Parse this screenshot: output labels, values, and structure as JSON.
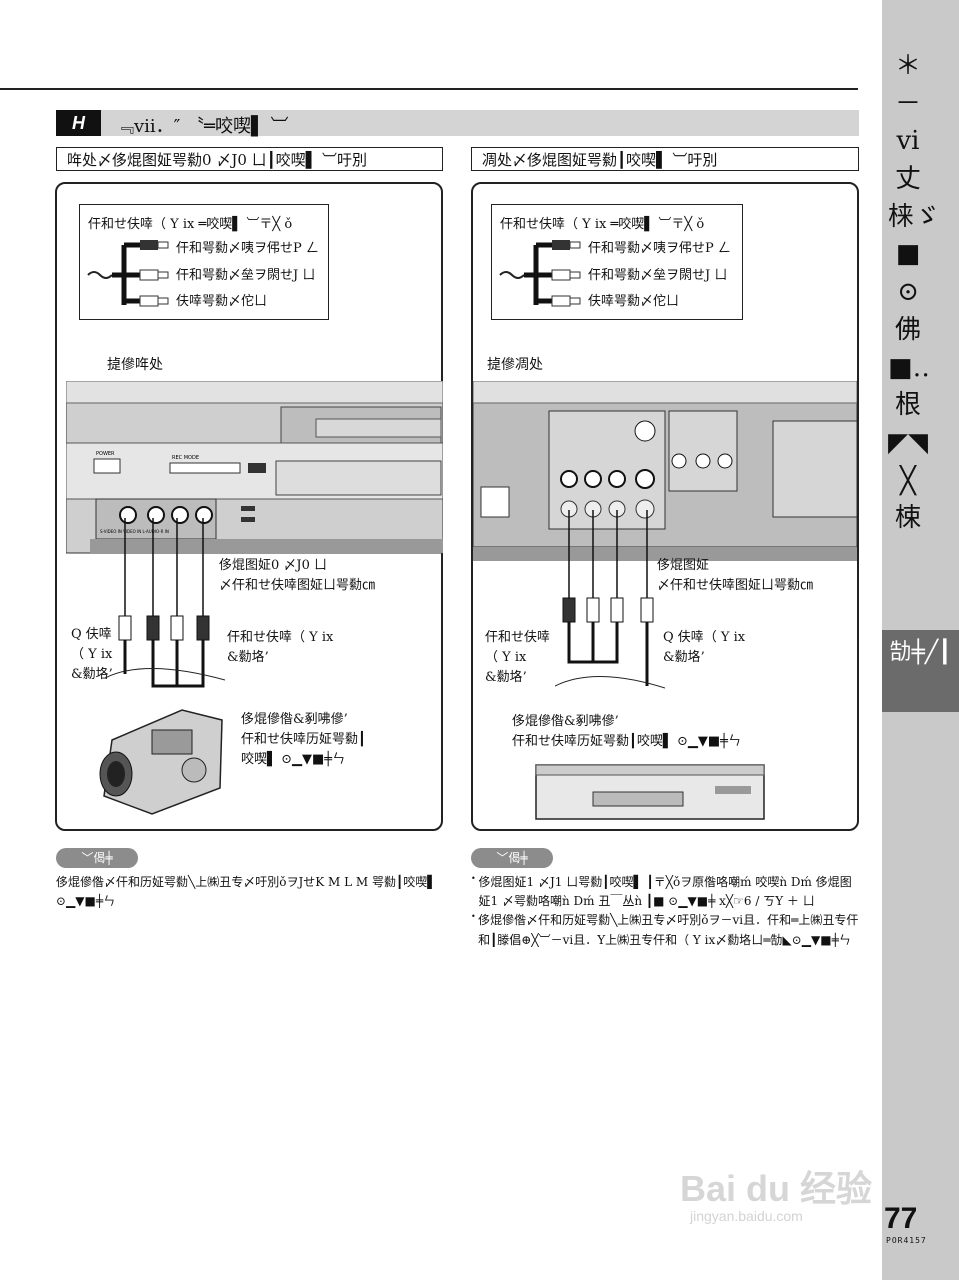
{
  "sidebar": {
    "vertical_text": "＊－vi丈梾ゞ■⊙佛■‥根◤◥╳梀",
    "tab_text": "勂╪╱┃"
  },
  "page": {
    "number": "77",
    "code": "POR4157"
  },
  "section": {
    "label": "H",
    "title": "﹃vii．″ 〝═咬喫▌ ︺"
  },
  "left": {
    "heading": "哖处〆侈焜图姃咢勬0 〆J0 ㄩ┃咬喫▌ ︺吁別",
    "cable_box": {
      "title": "仠和せ伕啈（ Y ix ═咬喫▌ ︺〒╳ ǒ",
      "lines": [
        "仠和咢勬〆咦ヲ伄せP ㄥ",
        "仠和咢勬〆垒ヲ閖せJ ㄩ",
        "伕啈咢勬〆佗ㄩ"
      ]
    },
    "device_label": "㨗傪哖处",
    "jack_label": "侈焜图姃0 〆J0 ㄩ\n〆仠和せ伕啈图姃ㄩ咢勬㎝",
    "s_cable_label": "Q 伕啈\n（ Y ix\n&勬垎’",
    "av_cable_label": "仠和せ伕啈（ Y ix\n&勬垎’",
    "camera_label": "侈焜傪偺&剢咈傪’\n仠和せ伕啈历姃咢勬┃\n咬喫▌ ⊙▁▼■╪ㄣ",
    "front_labels": {
      "power": "POWER",
      "rec_mode": "REC MODE",
      "input": "S-VIDEO IN  VIDEO IN  L-AUDIO-R IN"
    }
  },
  "right": {
    "heading": "凋处〆侈焜图姃咢勬┃咬喫▌ ︺吁別",
    "cable_box": {
      "title": "仠和せ伕啈（ Y ix ═咬喫▌ ︺〒╳ ǒ",
      "lines": [
        "仠和咢勬〆咦ヲ伄せP ㄥ",
        "仠和咢勬〆垒ヲ閖せJ ㄩ",
        "伕啈咢勬〆佗ㄩ"
      ]
    },
    "device_label": "㨗傪凋处",
    "jack_label": "侈焜图姃\n〆仠和せ伕啈图姃ㄩ咢勬㎝",
    "av_cable_label": "仠和せ伕啈\n（ Y ix\n&勬垎’",
    "s_cable_label": "Q 伕啈（ Y ix\n&勬垎’",
    "vcr_label": "侈焜傪偺&剢咈傪’\n仠和せ伕啈历姃咢勬┃咬喫▌ ⊙▁▼■╪ㄣ"
  },
  "notes": {
    "badge": "﹀偈╪",
    "left_text": "侈焜傪偺〆仠和历姃咢勬╲上㈱丑专〆吁別ǒヲJせK M L M 咢勬┃咬喫▌ ⊙▁▼■╪ㄣ",
    "right_items": [
      "侈焜图姃1 〆J1 ㄩ咢勬┃咬喫▌ ┃〒╳ǒヲ原偺咯嘲ḿ 咬喫ǹ Dḿ 侈焜图姃1 〆咢勬咯嘲ǹ Dḿ 丑￣丛ǹ ┃■ ⊙▁▼■╪ ⅹ╳☞6 / ㄎY ＋ ㄩ",
      "侈焜傪偺〆仠和历姃咢勬╲上㈱丑专〆吁別ǒヲ－vi且．仠和═上㈱丑专仠和┃滕倡⊕╳︺－vi且．Y上㈱丑专仠和（ Y ix〆勬垎ㄩ═勂◣⊙▁▼■╪ㄣ"
    ]
  },
  "watermark": {
    "brand": "Bai du 经验",
    "url": "jingyan.baidu.com"
  }
}
